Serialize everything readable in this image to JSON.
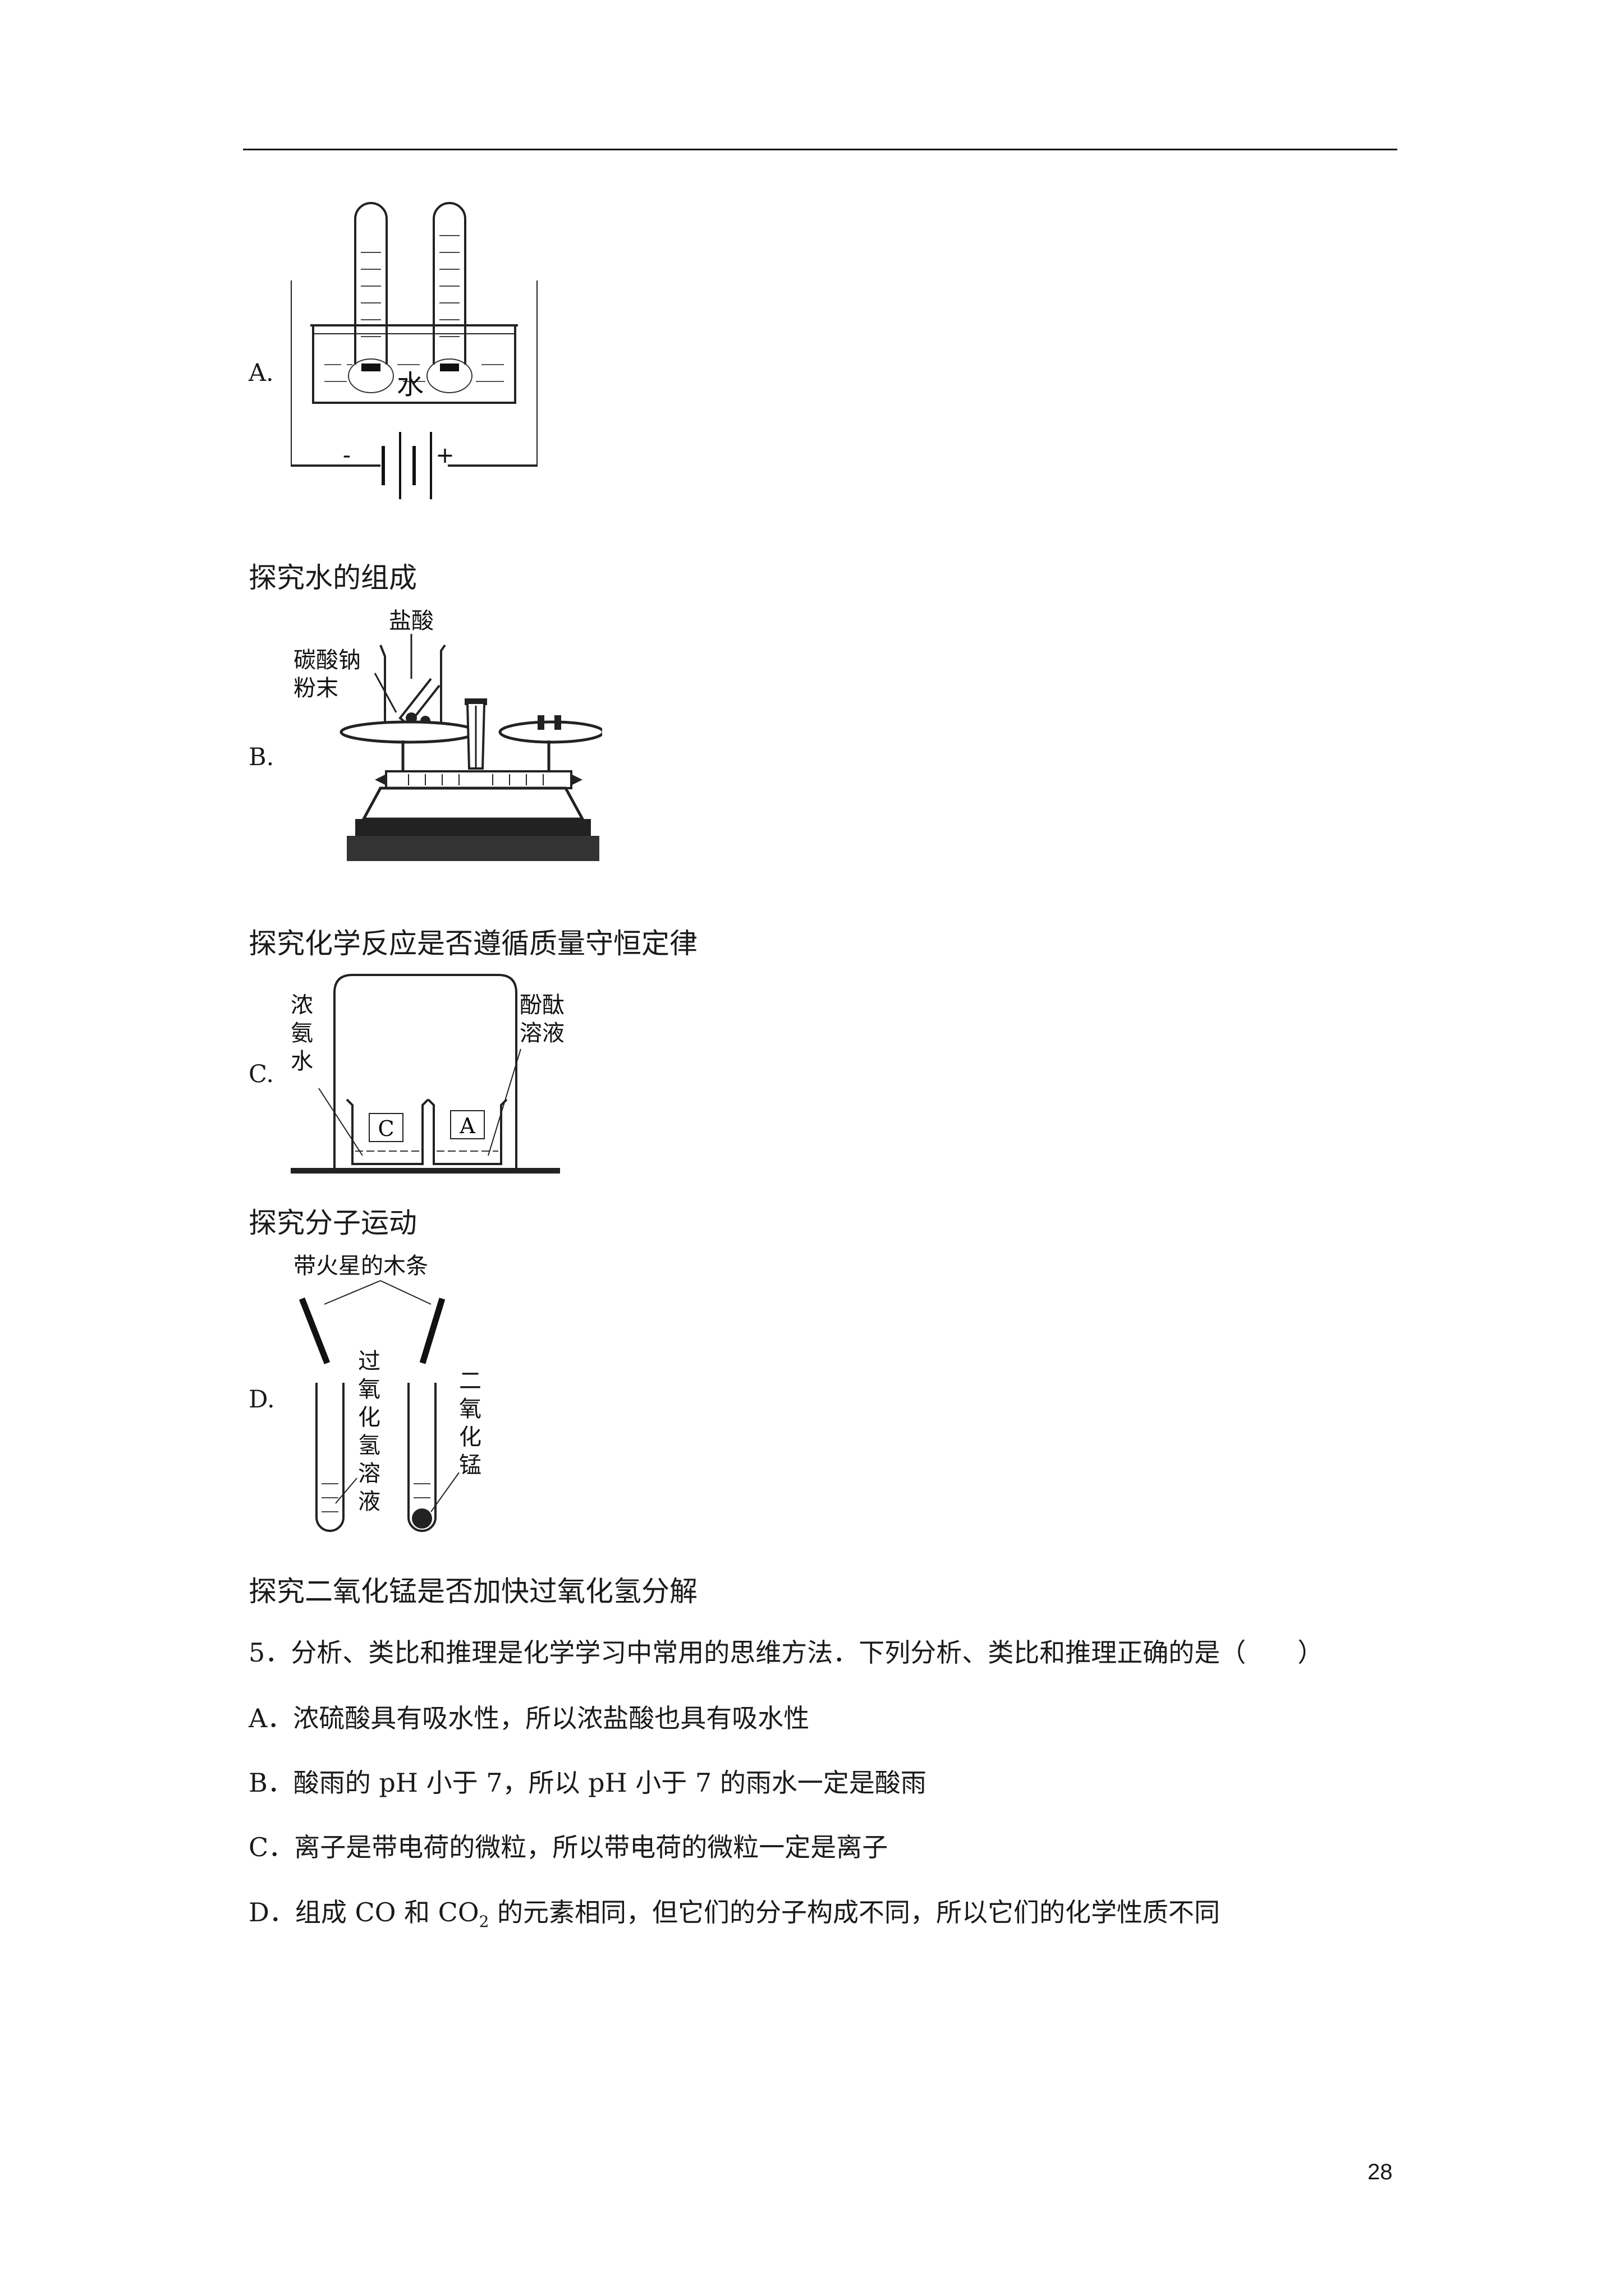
{
  "options": {
    "a": {
      "letter": "A.",
      "caption": "探究水的组成",
      "labels": {
        "water": "水",
        "minus": "-",
        "plus": "+"
      }
    },
    "b": {
      "letter": "B.",
      "caption": "探究化学反应是否遵循质量守恒定律",
      "labels": {
        "acid": "盐酸",
        "powder_line1": "碳酸钠",
        "powder_line2": "粉末"
      }
    },
    "c": {
      "letter": "C.",
      "caption": "探究分子运动",
      "labels": {
        "ammonia": [
          "浓",
          "氨",
          "水"
        ],
        "phenol": [
          "酚酞",
          "溶液"
        ],
        "beaker_c": "C",
        "beaker_a": "A"
      }
    },
    "d": {
      "letter": "D.",
      "caption": "探究二氧化锰是否加快过氧化氢分解",
      "labels": {
        "splint": "带火星的木条",
        "peroxide": [
          "过",
          "氧",
          "化",
          "氢",
          "溶",
          "液"
        ],
        "mno2": [
          "二",
          "氧",
          "化",
          "锰"
        ]
      }
    }
  },
  "question5": {
    "stem": "5．分析、类比和推理是化学学习中常用的思维方法．下列分析、类比和推理正确的是（　　）",
    "a": "A．浓硫酸具有吸水性，所以浓盐酸也具有吸水性",
    "b": "B．酸雨的 pH 小于 7，所以 pH 小于 7 的雨水一定是酸雨",
    "c": "C．离子是带电荷的微粒，所以带电荷的微粒一定是离子",
    "d": {
      "pre": "D．组成 CO 和 CO",
      "sub": "2",
      "post": " 的元素相同，但它们的分子构成不同，所以它们的化学性质不同"
    }
  },
  "page_number": "28"
}
